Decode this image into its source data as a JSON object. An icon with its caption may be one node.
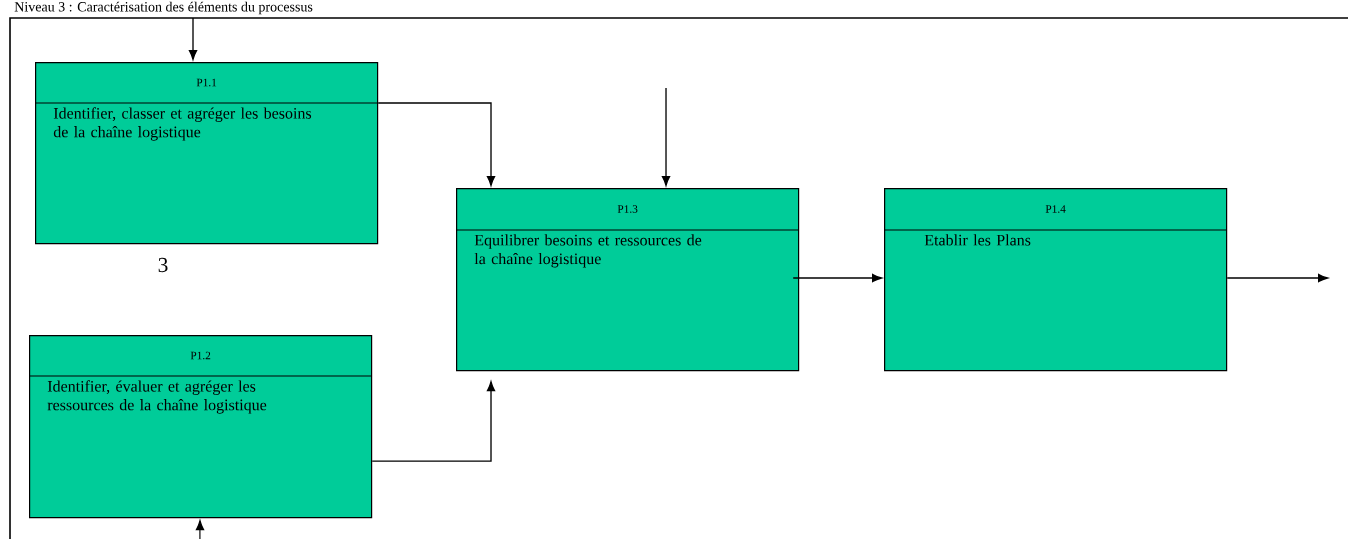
{
  "diagram": {
    "title": "Niveau 3 : Caractérisation des éléments du processus",
    "nodes": [
      {
        "text": [
          "P1.1",
          "Identifier, classer et agréger les besoins de la chaîne logistique"
        ]
      },
      {
        "text": [
          "P1.2",
          "Identifier, évaluer et agréger les ressources de la chaîne logistique"
        ]
      },
      {
        "text": [
          "P1.3",
          "Equilibrer besoins et ressources de la chaîne logistique"
        ]
      },
      {
        "text": [
          "P1.4",
          "Etablir les Plans"
        ]
      }
    ],
    "edges": [
      {
        "from": null,
        "to": 0,
        "arrow": "to"
      },
      {
        "from": 0,
        "to": 2,
        "arrow": "to"
      },
      {
        "from": null,
        "to": 2,
        "arrow": "to"
      },
      {
        "from": 1,
        "to": 2,
        "arrow": "to"
      },
      {
        "from": 2,
        "to": 3,
        "arrow": "to"
      },
      {
        "from": 3,
        "to": null,
        "arrow": "to"
      },
      {
        "from": null,
        "to": 1,
        "arrow": "to"
      }
    ],
    "labels": [
      "3"
    ]
  }
}
